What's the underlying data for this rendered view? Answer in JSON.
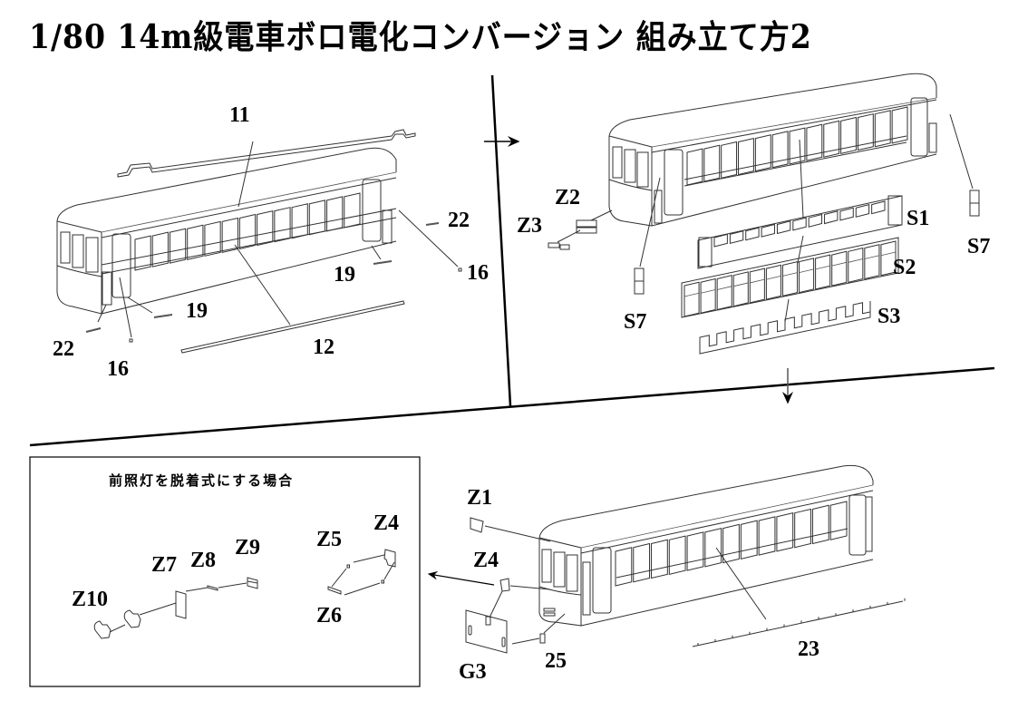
{
  "title": "1/80 14m級電車ボロ電化コンバージョン 組み立て方2",
  "colors": {
    "ink": "#000000",
    "background": "#ffffff"
  },
  "step1": {
    "part_labels": {
      "p11": "11",
      "p12": "12",
      "p22_right": "22",
      "p16_right": "16",
      "p19_right": "19",
      "p19_left": "19",
      "p22_left": "22",
      "p16_left": "16"
    }
  },
  "step2": {
    "part_labels": {
      "z2": "Z2",
      "z3": "Z3",
      "s1": "S1",
      "s2": "S2",
      "s3": "S3",
      "s7_left": "S7",
      "s7_right": "S7"
    }
  },
  "step3": {
    "part_labels": {
      "z1": "Z1",
      "z4": "Z4",
      "g3": "G3",
      "p25": "25",
      "p23": "23"
    }
  },
  "inset": {
    "title": "前照灯を脱着式にする場合",
    "part_labels": {
      "z10": "Z10",
      "z7": "Z7",
      "z8": "Z8",
      "z9": "Z9",
      "z5": "Z5",
      "z4": "Z4",
      "z6": "Z6"
    }
  },
  "arrows": {
    "step1_to_step2": "right-arrow",
    "step2_to_step3": "down-arrow",
    "step3_to_inset": "left-arrow"
  }
}
